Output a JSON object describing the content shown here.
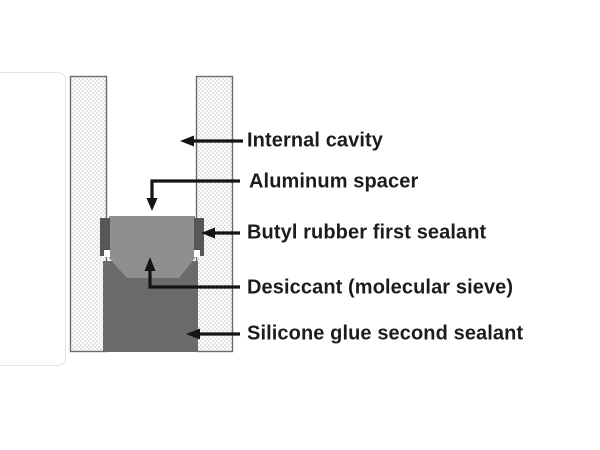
{
  "figure": {
    "type": "insulating-glass-unit-cross-section",
    "labels": [
      {
        "id": "internal-cavity",
        "text": "Internal cavity"
      },
      {
        "id": "aluminum-spacer",
        "text": "Aluminum spacer"
      },
      {
        "id": "butyl-sealant",
        "text": "Butyl rubber first sealant"
      },
      {
        "id": "desiccant",
        "text": "Desiccant (molecular sieve)"
      },
      {
        "id": "silicone-sealant",
        "text": "Silicone glue second sealant"
      }
    ],
    "colors": {
      "glass_fill": "#ffffff",
      "glass_dot": "#bfbfbf",
      "glass_border": "#6b6b6b",
      "spacer": "#8f8f8f",
      "butyl": "#575757",
      "silicone": "#6a6a6a",
      "notch": "#ffffff",
      "arrow": "#141414",
      "label_text": "#1c1c1c",
      "panel_border": "#e3e3e3"
    }
  }
}
